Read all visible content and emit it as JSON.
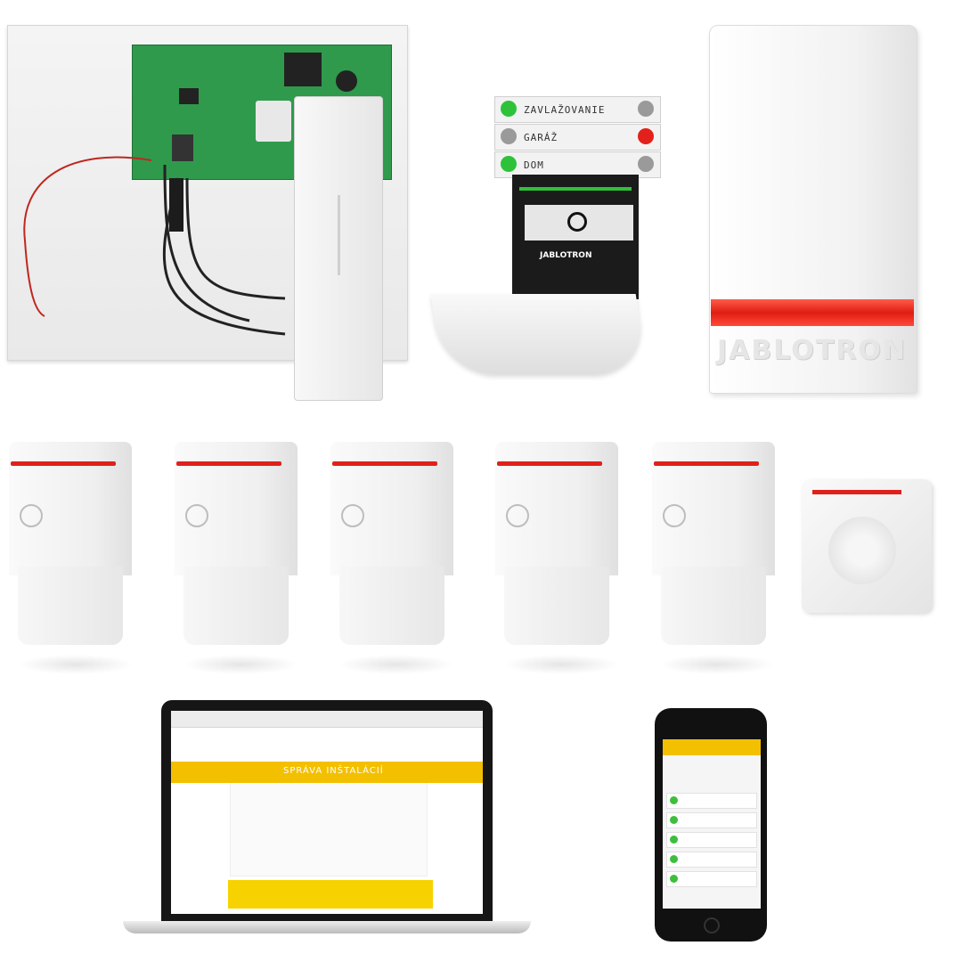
{
  "keypad": {
    "segments": [
      {
        "label": "ZAVLAŽOVANIE",
        "led_color": "#2ec23a"
      },
      {
        "label": "GARÁŽ",
        "led_color": "#e3201b"
      },
      {
        "label": "DOM",
        "led_color": "#2ec23a"
      }
    ],
    "brand": "JABLOTRON"
  },
  "siren": {
    "brand": "JABLOTRON"
  },
  "laptop": {
    "banner_title": "SPRÁVA INŠTALÁCIÍ"
  },
  "colors": {
    "accent_red": "#e0201a",
    "accent_yellow": "#f3c000",
    "pcb_green": "#2f9a4c"
  },
  "detector_count": 5
}
